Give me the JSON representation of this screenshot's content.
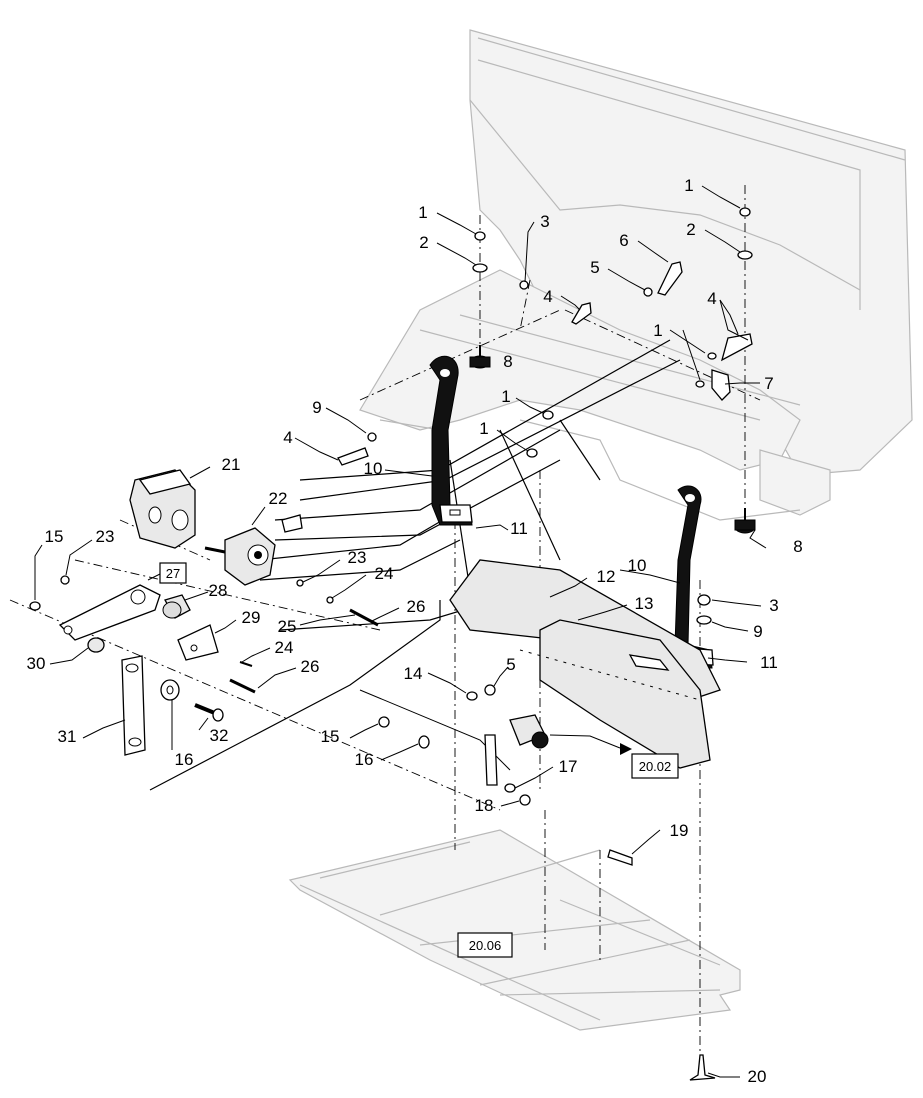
{
  "callouts": [
    {
      "key": "c1a",
      "label": "1"
    },
    {
      "key": "c2a",
      "label": "2"
    },
    {
      "key": "c3a",
      "label": "3"
    },
    {
      "key": "c6",
      "label": "6"
    },
    {
      "key": "c5a",
      "label": "5"
    },
    {
      "key": "c4a",
      "label": "4"
    },
    {
      "key": "c1b",
      "label": "1"
    },
    {
      "key": "c2b",
      "label": "2"
    },
    {
      "key": "c4b",
      "label": "4"
    },
    {
      "key": "c1c",
      "label": "1"
    },
    {
      "key": "c7",
      "label": "7"
    },
    {
      "key": "c8a",
      "label": "8"
    },
    {
      "key": "c1d",
      "label": "1"
    },
    {
      "key": "c1e",
      "label": "1"
    },
    {
      "key": "c9a",
      "label": "9"
    },
    {
      "key": "c4c",
      "label": "4"
    },
    {
      "key": "c10a",
      "label": "10"
    },
    {
      "key": "c11a",
      "label": "11"
    },
    {
      "key": "c21",
      "label": "21"
    },
    {
      "key": "c22",
      "label": "22"
    },
    {
      "key": "c8b",
      "label": "8"
    },
    {
      "key": "c15a",
      "label": "15"
    },
    {
      "key": "c23a",
      "label": "23"
    },
    {
      "key": "c23b",
      "label": "23"
    },
    {
      "key": "c24a",
      "label": "24"
    },
    {
      "key": "c28",
      "label": "28"
    },
    {
      "key": "c10b",
      "label": "10"
    },
    {
      "key": "c12",
      "label": "12"
    },
    {
      "key": "c13",
      "label": "13"
    },
    {
      "key": "c3b",
      "label": "3"
    },
    {
      "key": "c26a",
      "label": "26"
    },
    {
      "key": "c25",
      "label": "25"
    },
    {
      "key": "c29",
      "label": "29"
    },
    {
      "key": "c9b",
      "label": "9"
    },
    {
      "key": "c24b",
      "label": "24"
    },
    {
      "key": "c11b",
      "label": "11"
    },
    {
      "key": "c30",
      "label": "30"
    },
    {
      "key": "c26b",
      "label": "26"
    },
    {
      "key": "c14",
      "label": "14"
    },
    {
      "key": "c5b",
      "label": "5"
    },
    {
      "key": "c31",
      "label": "31"
    },
    {
      "key": "c32",
      "label": "32"
    },
    {
      "key": "c15b",
      "label": "15"
    },
    {
      "key": "c16a",
      "label": "16"
    },
    {
      "key": "c16b",
      "label": "16"
    },
    {
      "key": "c17",
      "label": "17"
    },
    {
      "key": "c18",
      "label": "18"
    },
    {
      "key": "c19",
      "label": "19"
    },
    {
      "key": "c20",
      "label": "20"
    }
  ],
  "references": [
    {
      "key": "r27",
      "label": "27"
    },
    {
      "key": "r2002",
      "label": "20.02"
    },
    {
      "key": "r2006",
      "label": "20.06"
    }
  ]
}
